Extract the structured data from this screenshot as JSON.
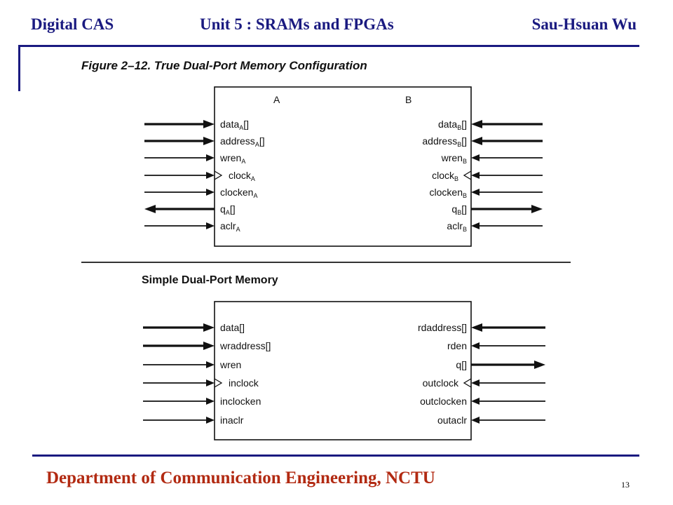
{
  "header": {
    "left": "Digital CAS",
    "center": "Unit 5 : SRAMs and FPGAs",
    "right": "Sau-Hsuan Wu"
  },
  "figure": {
    "title": "Figure 2–12. True Dual-Port Memory Configuration",
    "top_block": {
      "port_a_label": "A",
      "port_b_label": "B",
      "left_ports": [
        {
          "base": "data",
          "sub": "A",
          "suffix": "[]",
          "dir": "in",
          "bus": true,
          "clock": false
        },
        {
          "base": "address",
          "sub": "A",
          "suffix": "[]",
          "dir": "in",
          "bus": true,
          "clock": false
        },
        {
          "base": "wren",
          "sub": "A",
          "suffix": "",
          "dir": "in",
          "bus": false,
          "clock": false
        },
        {
          "base": "clock",
          "sub": "A",
          "suffix": "",
          "dir": "in",
          "bus": false,
          "clock": true
        },
        {
          "base": "clocken",
          "sub": "A",
          "suffix": "",
          "dir": "in",
          "bus": false,
          "clock": false
        },
        {
          "base": "q",
          "sub": "A",
          "suffix": "[]",
          "dir": "out",
          "bus": true,
          "clock": false
        },
        {
          "base": "aclr",
          "sub": "A",
          "suffix": "",
          "dir": "in",
          "bus": false,
          "clock": false
        }
      ],
      "right_ports": [
        {
          "base": "data",
          "sub": "B",
          "suffix": "[]",
          "dir": "in",
          "bus": true,
          "clock": false
        },
        {
          "base": "address",
          "sub": "B",
          "suffix": "[]",
          "dir": "in",
          "bus": true,
          "clock": false
        },
        {
          "base": "wren",
          "sub": "B",
          "suffix": "",
          "dir": "in",
          "bus": false,
          "clock": false
        },
        {
          "base": "clock",
          "sub": "B",
          "suffix": "",
          "dir": "in",
          "bus": false,
          "clock": true
        },
        {
          "base": "clocken",
          "sub": "B",
          "suffix": "",
          "dir": "in",
          "bus": false,
          "clock": false
        },
        {
          "base": "q",
          "sub": "B",
          "suffix": "[]",
          "dir": "out",
          "bus": true,
          "clock": false
        },
        {
          "base": "aclr",
          "sub": "B",
          "suffix": "",
          "dir": "in",
          "bus": false,
          "clock": false
        }
      ]
    },
    "simple_title": "Simple Dual-Port Memory",
    "bottom_block": {
      "left_ports": [
        {
          "base": "data[]",
          "dir": "in",
          "bus": true,
          "clock": false
        },
        {
          "base": "wraddress[]",
          "dir": "in",
          "bus": true,
          "clock": false
        },
        {
          "base": "wren",
          "dir": "in",
          "bus": false,
          "clock": false
        },
        {
          "base": "inclock",
          "dir": "in",
          "bus": false,
          "clock": true
        },
        {
          "base": "inclocken",
          "dir": "in",
          "bus": false,
          "clock": false
        },
        {
          "base": "inaclr",
          "dir": "in",
          "bus": false,
          "clock": false
        }
      ],
      "right_ports": [
        {
          "base": "rdaddress[]",
          "dir": "in",
          "bus": true,
          "clock": false
        },
        {
          "base": "rden",
          "dir": "in",
          "bus": false,
          "clock": false
        },
        {
          "base": "q[]",
          "dir": "out",
          "bus": true,
          "clock": false
        },
        {
          "base": "outclock",
          "dir": "in",
          "bus": false,
          "clock": true
        },
        {
          "base": "outclocken",
          "dir": "in",
          "bus": false,
          "clock": false
        },
        {
          "base": "outaclr",
          "dir": "in",
          "bus": false,
          "clock": false
        }
      ]
    }
  },
  "footer": {
    "department": "Department of Communication Engineering, NCTU",
    "page_number": "13"
  },
  "colors": {
    "header_text": "#1a1a80",
    "footer_text": "#b22a12",
    "rule": "#1a1a80"
  }
}
